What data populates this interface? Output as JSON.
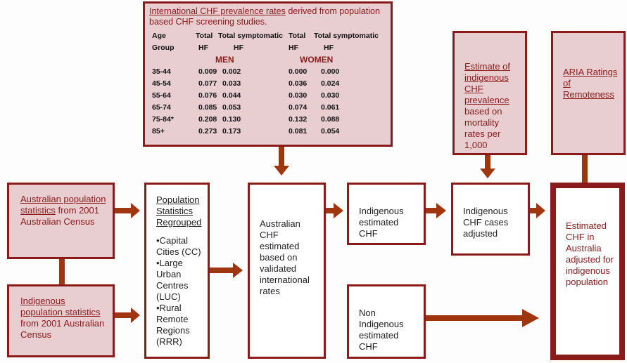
{
  "prevalence": {
    "title_link": "International  CHF prevalence rates",
    "title_rest": " derived from  population based CHF screening studies.",
    "header1": [
      "Age",
      "Total",
      "Total symptomatic",
      "Total",
      "Total symptomatic"
    ],
    "header2": [
      "Group",
      "HF",
      "HF",
      "HF",
      "HF"
    ],
    "men_label": "MEN",
    "women_label": "WOMEN",
    "rows": [
      [
        "35-44",
        "0.009",
        "0.002",
        "0.000",
        "0.000"
      ],
      [
        "45-54",
        "0.077",
        "0.033",
        "0.036",
        "0.024"
      ],
      [
        "55-64",
        "0.076",
        "0.044",
        "0.030",
        "0.030"
      ],
      [
        "65-74",
        "0.085",
        "0.053",
        "0.074",
        "0.061"
      ],
      [
        "75-84*",
        "0.208",
        "0.130",
        "0.132",
        "0.088"
      ],
      [
        "85+",
        "0.273",
        "0.173",
        "0.081",
        "0.054"
      ]
    ]
  },
  "indigenous_estimate": {
    "link": "Estimate of indigenous CHF prevalence",
    "rest": " based on mortality rates per 1,000"
  },
  "aria": {
    "link": "ARIA Ratings of Remoteness"
  },
  "aus_pop": {
    "link": "Australian population statistics",
    "rest": " from 2001 Australian Census"
  },
  "ind_pop": {
    "link": "Indigenous population statistics",
    "rest": " from 2001 Australian Census"
  },
  "regrouped": {
    "title": "Population Statistics Regrouped",
    "items": [
      "•Capital Cities (CC)",
      "•Large Urban Centres (LUC)",
      "•Rural Remote Regions (RRR)"
    ]
  },
  "aus_chf": "Australian CHF estimated based on validated international rates",
  "ind_est": "Indigenous estimated CHF",
  "non_ind_est": "Non Indigenous estimated CHF",
  "ind_adjusted": "Indigenous CHF cases adjusted",
  "final": "Estimated CHF in Australia adjusted for indigenous population",
  "colors": {
    "border": "#8b1a1a",
    "fill": "#e8cdd1",
    "arrow": "#a0360f"
  }
}
